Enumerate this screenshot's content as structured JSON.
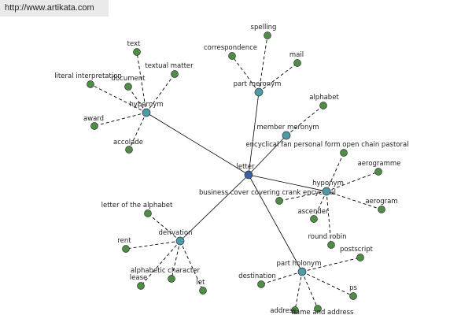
{
  "url": "http://www.artikata.com",
  "colors": {
    "center_node": "#3a5fa0",
    "relation_node": "#4f9aa8",
    "word_node": "#4f8c46",
    "edge": "#000000"
  },
  "graph": {
    "center": "letter",
    "relations": [
      {
        "label": "hypernym",
        "words": [
          "text",
          "textual matter",
          "document",
          "literal interpretation",
          "award",
          "accolade"
        ]
      },
      {
        "label": "part meronym",
        "words": [
          "spelling",
          "correspondence",
          "mail"
        ]
      },
      {
        "label": "member meronym",
        "words": [
          "alphabet"
        ]
      },
      {
        "label": "hyponym",
        "words": [
          "encyclical fan personal form open chain pastoral",
          "aerogramme",
          "aerogram",
          "ascender",
          "round robin",
          "business cover covering crank encyclical"
        ]
      },
      {
        "label": "part holonym",
        "words": [
          "postscript",
          "ps",
          "destination",
          "address",
          "name and address"
        ]
      },
      {
        "label": "derivation",
        "words": [
          "letter of the alphabet",
          "rent",
          "alphabetic character",
          "lease",
          "let"
        ]
      }
    ]
  }
}
